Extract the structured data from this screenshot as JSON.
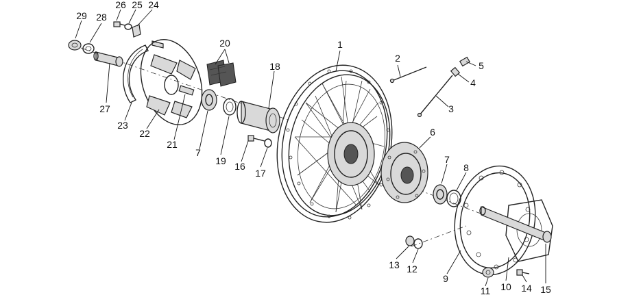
{
  "labels": {
    "p1": "1",
    "p2": "2",
    "p3": "3",
    "p4": "4",
    "p5": "5",
    "p6": "6",
    "p7a": "7",
    "p7b": "7",
    "p8": "8",
    "p9": "9",
    "p10": "10",
    "p11": "11",
    "p12": "12",
    "p13": "13",
    "p14": "14",
    "p15": "15",
    "p16": "16",
    "p17": "17",
    "p18": "18",
    "p19": "19",
    "p20": "20",
    "p21": "21",
    "p22": "22",
    "p23": "23",
    "p24": "24",
    "p25": "25",
    "p26": "26",
    "p27": "27",
    "p28": "28",
    "p29": "29"
  },
  "colors": {
    "line": "#222222",
    "background": "#ffffff",
    "shade": "#d9d9d9"
  }
}
